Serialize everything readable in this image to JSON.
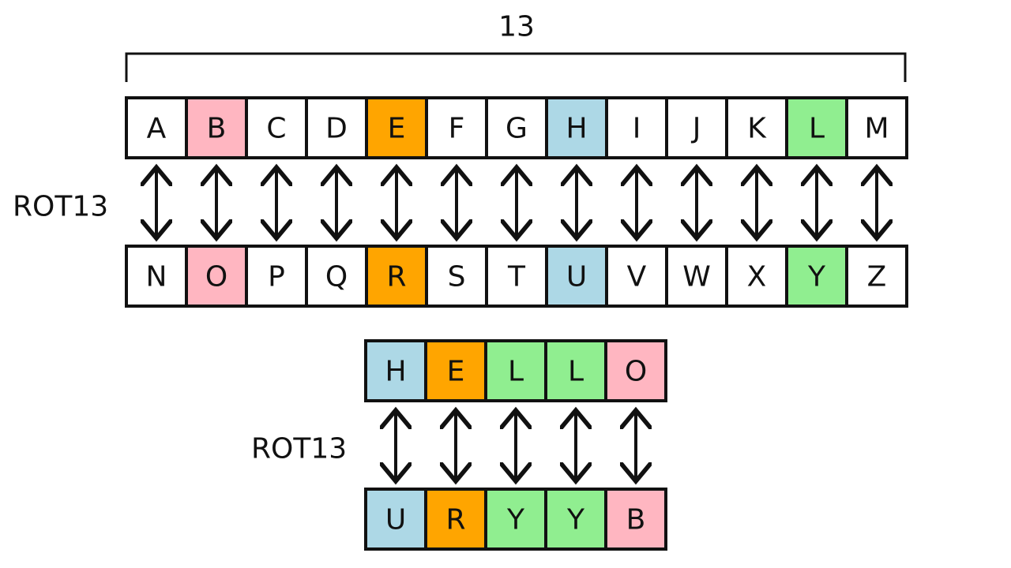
{
  "shift_label": "13",
  "colors": {
    "white": "#ffffff",
    "pink": "#ffb6c1",
    "orange": "#ffa500",
    "blue": "#add8e6",
    "green": "#90ee90",
    "stroke": "#111111"
  },
  "alphabet": {
    "arrow_label": "ROT13",
    "top": [
      {
        "letter": "A",
        "color": "white"
      },
      {
        "letter": "B",
        "color": "pink"
      },
      {
        "letter": "C",
        "color": "white"
      },
      {
        "letter": "D",
        "color": "white"
      },
      {
        "letter": "E",
        "color": "orange"
      },
      {
        "letter": "F",
        "color": "white"
      },
      {
        "letter": "G",
        "color": "white"
      },
      {
        "letter": "H",
        "color": "blue"
      },
      {
        "letter": "I",
        "color": "white"
      },
      {
        "letter": "J",
        "color": "white"
      },
      {
        "letter": "K",
        "color": "white"
      },
      {
        "letter": "L",
        "color": "green"
      },
      {
        "letter": "M",
        "color": "white"
      }
    ],
    "bottom": [
      {
        "letter": "N",
        "color": "white"
      },
      {
        "letter": "O",
        "color": "pink"
      },
      {
        "letter": "P",
        "color": "white"
      },
      {
        "letter": "Q",
        "color": "white"
      },
      {
        "letter": "R",
        "color": "orange"
      },
      {
        "letter": "S",
        "color": "white"
      },
      {
        "letter": "T",
        "color": "white"
      },
      {
        "letter": "U",
        "color": "blue"
      },
      {
        "letter": "V",
        "color": "white"
      },
      {
        "letter": "W",
        "color": "white"
      },
      {
        "letter": "X",
        "color": "white"
      },
      {
        "letter": "Y",
        "color": "green"
      },
      {
        "letter": "Z",
        "color": "white"
      }
    ]
  },
  "example": {
    "arrow_label": "ROT13",
    "top": [
      {
        "letter": "H",
        "color": "blue"
      },
      {
        "letter": "E",
        "color": "orange"
      },
      {
        "letter": "L",
        "color": "green"
      },
      {
        "letter": "L",
        "color": "green"
      },
      {
        "letter": "O",
        "color": "pink"
      }
    ],
    "bottom": [
      {
        "letter": "U",
        "color": "blue"
      },
      {
        "letter": "R",
        "color": "orange"
      },
      {
        "letter": "Y",
        "color": "green"
      },
      {
        "letter": "Y",
        "color": "green"
      },
      {
        "letter": "B",
        "color": "pink"
      }
    ]
  }
}
